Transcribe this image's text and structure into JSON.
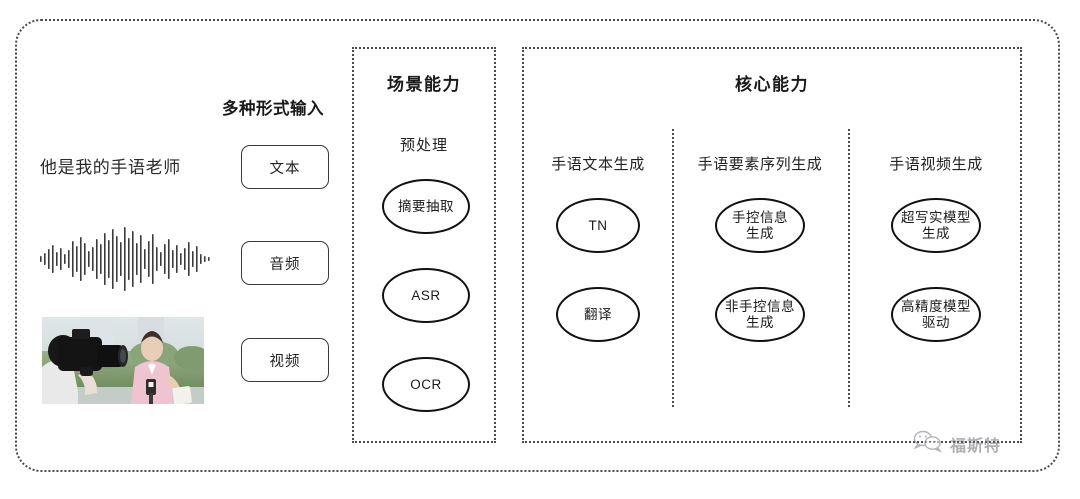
{
  "diagram": {
    "input_section": {
      "heading": "多种形式输入",
      "sample_text": "他是我的手语老师",
      "waveform_icon": "audio-waveform",
      "video_thumbnail_icon": "video-thumbnail-cameraman-reporter",
      "buttons": [
        {
          "label": "文本"
        },
        {
          "label": "音频"
        },
        {
          "label": "视频"
        }
      ]
    },
    "scene_panel": {
      "title": "场景能力",
      "subtitle": "预处理",
      "nodes": [
        {
          "label": "摘要抽取"
        },
        {
          "label": "ASR"
        },
        {
          "label": "OCR"
        }
      ]
    },
    "core_panel": {
      "title": "核心能力",
      "columns": [
        {
          "label": "手语文本生成",
          "nodes": [
            {
              "label": "TN"
            },
            {
              "label": "翻译"
            }
          ]
        },
        {
          "label": "手语要素序列生成",
          "nodes": [
            {
              "label": "手控信息\n生成"
            },
            {
              "label": "非手控信息\n生成"
            }
          ]
        },
        {
          "label": "手语视频生成",
          "nodes": [
            {
              "label": "超写实模型\n生成"
            },
            {
              "label": "高精度模型\n驱动"
            }
          ]
        }
      ]
    },
    "watermark": {
      "icon": "wechat-bubbles-icon",
      "label": "福斯特"
    },
    "colors": {
      "frame_border": "#4a4a52",
      "node_border": "#111111",
      "text": "#1a1a1a",
      "watermark_text": "#6e6e72"
    }
  }
}
